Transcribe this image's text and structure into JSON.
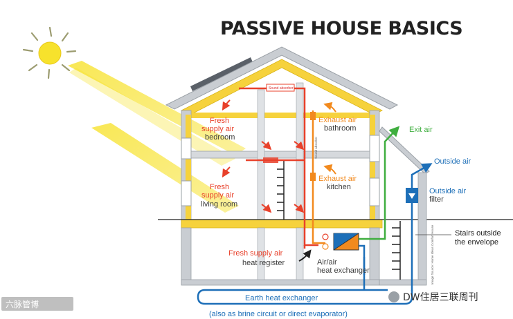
{
  "title": "PASSIVE HOUSE BASICS",
  "labels": {
    "fresh_bedroom_1": "Fresh",
    "fresh_bedroom_2": "supply air",
    "fresh_bedroom_3": "bedroom",
    "fresh_living_1": "Fresh",
    "fresh_living_2": "supply air",
    "fresh_living_3": "living room",
    "exhaust_bath_1": "Exhaust air",
    "exhaust_bath_2": "bathroom",
    "exhaust_kitchen_1": "Exhaust air",
    "exhaust_kitchen_2": "kitchen",
    "exit_air": "Exit air",
    "outside_air": "Outside air",
    "outside_filter_1": "Outside air",
    "outside_filter_2": "filter",
    "stairs_1": "Stairs outside",
    "stairs_2": "the envelope",
    "fresh_supply_register_1": "Fresh supply air",
    "fresh_supply_register_2": "heat register",
    "heat_exchanger_1": "Air/air",
    "heat_exchanger_2": "heat exchanger",
    "earth_heat_exchanger": "Earth heat exchanger",
    "earth_heat_note": "(also as brine circuit or direct evaporator)",
    "sound_absorber": "Sound absorber",
    "vertical_note": "Image Source: Home Ideas Comfort House",
    "watermark_left": "六脉管博",
    "watermark_right": "DW住居三联周刊"
  },
  "colors": {
    "insulation": "#f6d23c",
    "fresh_air": "#e8412b",
    "exhaust_air": "#f28a1e",
    "exit_air": "#3fae3f",
    "outside_air": "#1d6fb8",
    "structure": "#c9cdd2",
    "sun": "#f7e22c"
  }
}
